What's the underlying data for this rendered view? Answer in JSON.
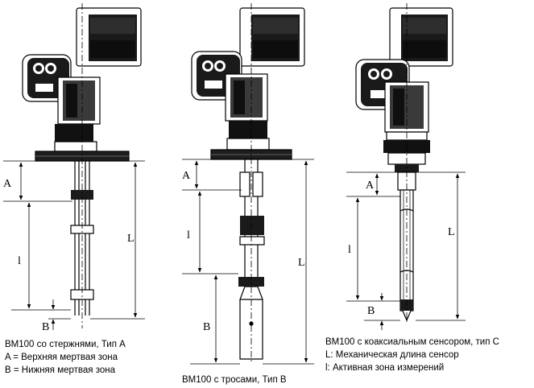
{
  "diagram": {
    "type_a": {
      "dim_labels": {
        "a": "A",
        "l_active": "l",
        "b": "B",
        "l_length": "L"
      },
      "caption": {
        "title": "BM100 со стержнями, Тип А",
        "line_a": "A = Верхняя мертвая зона",
        "line_b": "B = Нижняя мертвая зона"
      }
    },
    "type_b": {
      "dim_labels": {
        "a": "A",
        "l_active": "l",
        "b": "B",
        "l_length": "L"
      },
      "caption": {
        "title": "BM100 с тросами, Тип B"
      }
    },
    "type_c": {
      "dim_labels": {
        "a": "A",
        "l_active": "l",
        "b": "B",
        "l_length": "L"
      },
      "caption": {
        "title": "BM100 с коаксиальным сенсором, тип C",
        "line_l": "L: Механическая длина сенсор",
        "line_active": "l: Активная зона измерений"
      }
    }
  }
}
